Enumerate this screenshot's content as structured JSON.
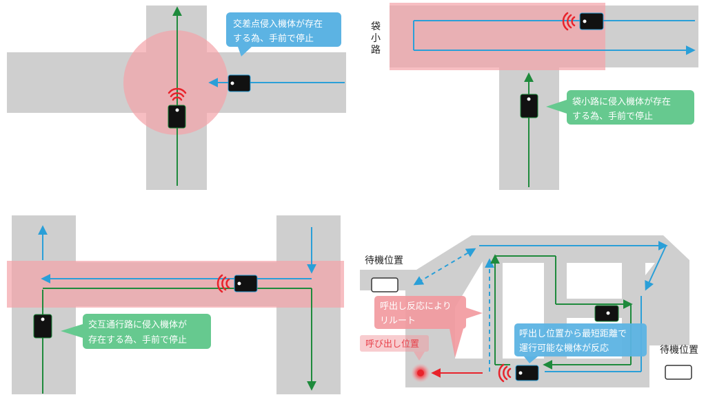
{
  "colors": {
    "road": "#cfcfcf",
    "zone": "#f4a3a8",
    "green": "#1e8a3c",
    "blue": "#2a9fd8",
    "blue_callout": "#5cb3e3",
    "green_callout": "#66c98f",
    "red_callout": "#f29aa0",
    "signal": "#e8232b",
    "robot": "#111111"
  },
  "panels": {
    "intersection": {
      "callout": {
        "line1": "交差点侵入機体が存在",
        "line2": "する為、手前で停止"
      }
    },
    "deadend": {
      "side_label": [
        "袋",
        "小",
        "路"
      ],
      "callout": {
        "line1": "袋小路に侵入機体が存在",
        "line2": "する為、手前で停止"
      }
    },
    "alternating": {
      "callout": {
        "line1": "交互通行路に侵入機体が",
        "line2": "存在する為、手前で停止"
      }
    },
    "dispatch": {
      "standby_left": "待機位置",
      "standby_right": "待機位置",
      "reroute_callout": {
        "line1": "呼出し反応により",
        "line2": "リルート"
      },
      "call_position": "呼び出し位置",
      "shortest_callout": {
        "line1": "呼出し位置から最短距離で",
        "line2": "運行可能な機体が反応"
      }
    }
  }
}
